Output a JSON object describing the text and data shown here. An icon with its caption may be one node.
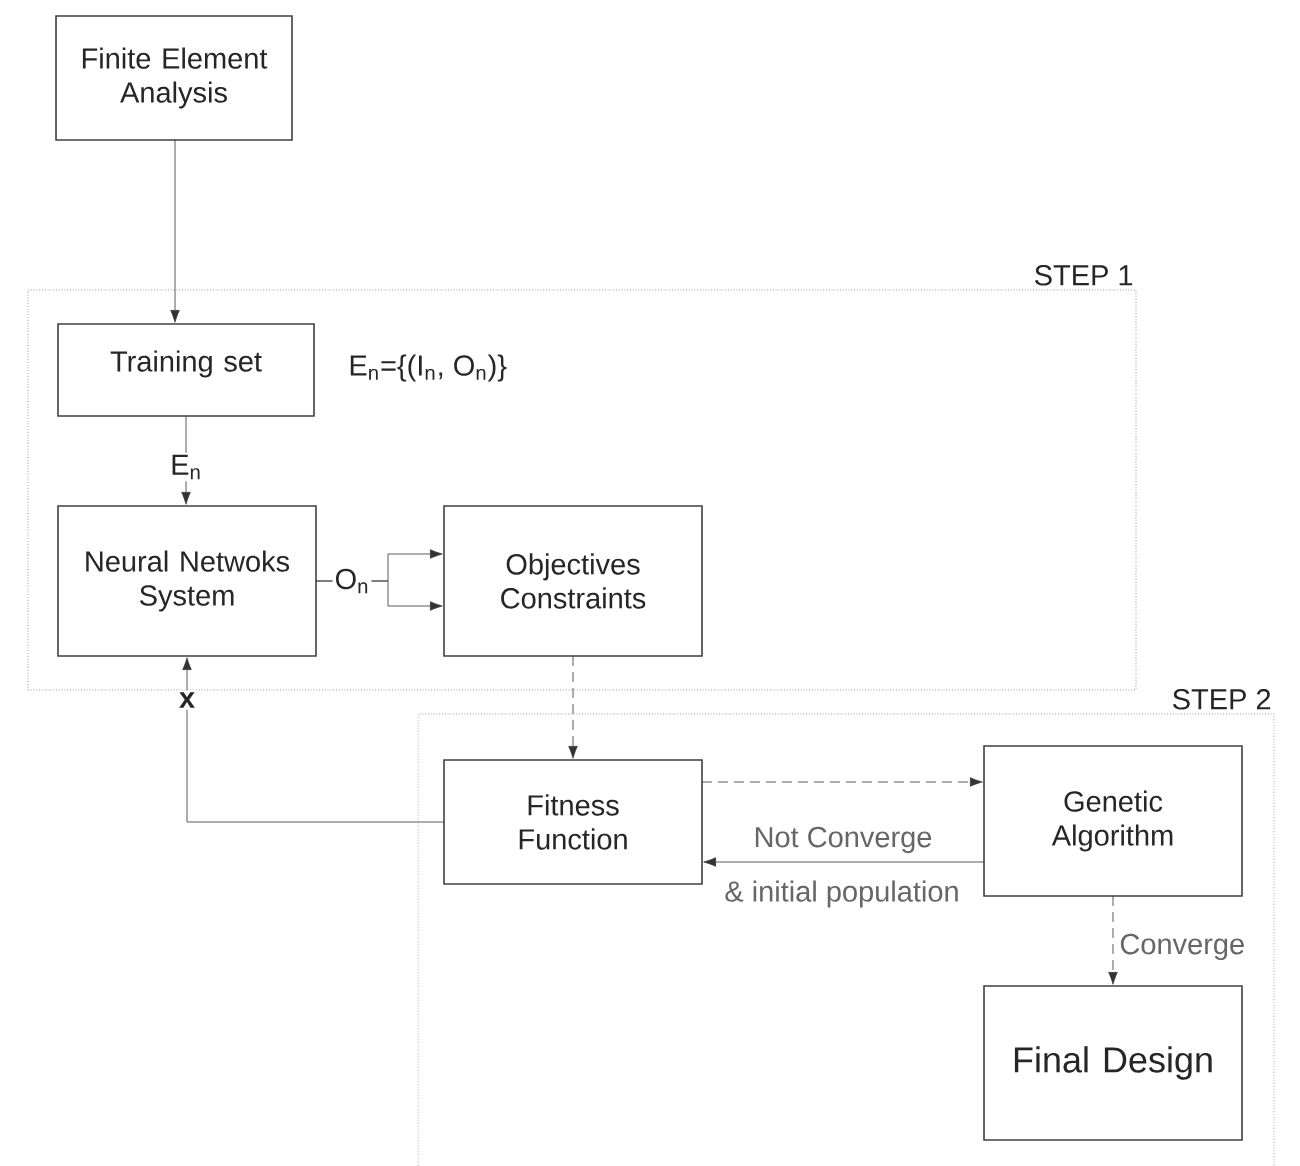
{
  "diagram": {
    "nodes": [
      {
        "text": [
          "Finite Element Analysis"
        ]
      },
      {
        "text": [
          "STEP 1"
        ]
      },
      {
        "text": [
          "Training set"
        ],
        "in": 1,
        "beside": [
          "E$_{n}$={(I$_{n}$, O$_{n}$)}"
        ]
      },
      {
        "text": [
          "Neural Netwoks System"
        ],
        "in": 1
      },
      {
        "text": [
          "Objectives Constraints"
        ],
        "in": 1
      },
      {
        "text": [
          "STEP 2"
        ]
      },
      {
        "text": [
          "Fitness Function"
        ],
        "in": 5
      },
      {
        "text": [
          "Genetic Algorithm"
        ],
        "in": 5
      },
      {
        "text": [
          "Final Design"
        ],
        "in": 5
      }
    ],
    "edges": [
      {
        "from": 0,
        "to": 2,
        "arrow": "to"
      },
      {
        "from": 2,
        "to": 3,
        "arrow": "to",
        "label": "E$_{n}$"
      },
      {
        "from": 3,
        "to": 4,
        "arrow": "to",
        "label": "O$_{n}$"
      },
      {
        "from": 3,
        "to": 4,
        "arrow": "to"
      },
      {
        "from": 4,
        "to": 6,
        "arrow": "to",
        "style": "dashed"
      },
      {
        "from": 6,
        "to": 3,
        "arrow": "to",
        "label": "x"
      },
      {
        "from": 6,
        "to": 7,
        "arrow": "to",
        "style": "dashed"
      },
      {
        "from": 7,
        "to": 6,
        "arrow": "to",
        "label": "Not Converge"
      },
      {
        "from": 7,
        "to": 8,
        "arrow": "to",
        "style": "dashed",
        "label": "Converge"
      }
    ],
    "labels": [
      "& initial population"
    ]
  }
}
